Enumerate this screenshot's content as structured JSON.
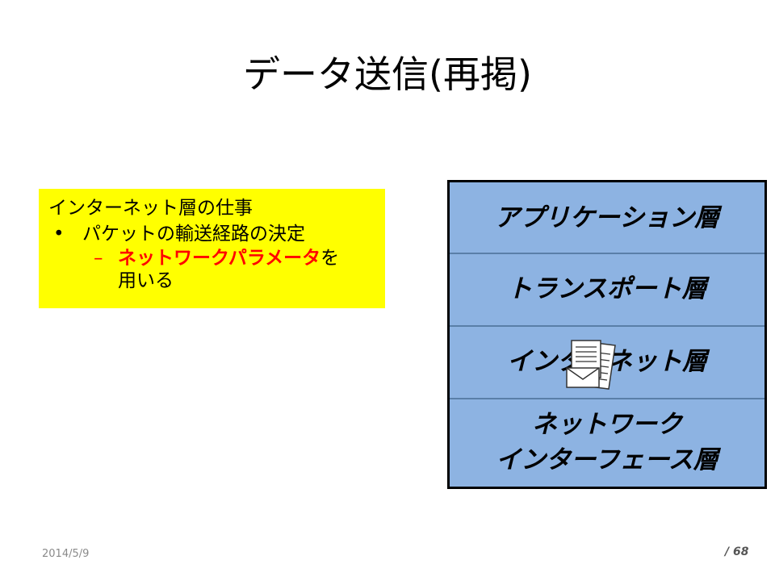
{
  "slide": {
    "title": "データ送信(再掲)",
    "note": {
      "heading": "インターネット層の仕事",
      "bullet_mark": "•",
      "bullet": "パケットの輸送経路の決定",
      "sub_mark": "–",
      "sub_highlight": "ネットワークパラメータ",
      "sub_suffix": "を",
      "sub_line2": "用いる",
      "background_color": "#ffff00",
      "highlight_color": "#ff0000"
    },
    "layers": [
      {
        "label": "アプリケーション層"
      },
      {
        "label": "トランスポート層"
      },
      {
        "label": "インターネット層"
      },
      {
        "label_line1": "ネットワーク",
        "label_line2": "インターフェース層"
      }
    ],
    "layer_color": "#8db3e2",
    "packet_icon": "document-envelope-icon",
    "date": "2014/5/9",
    "page": "/ 68"
  }
}
